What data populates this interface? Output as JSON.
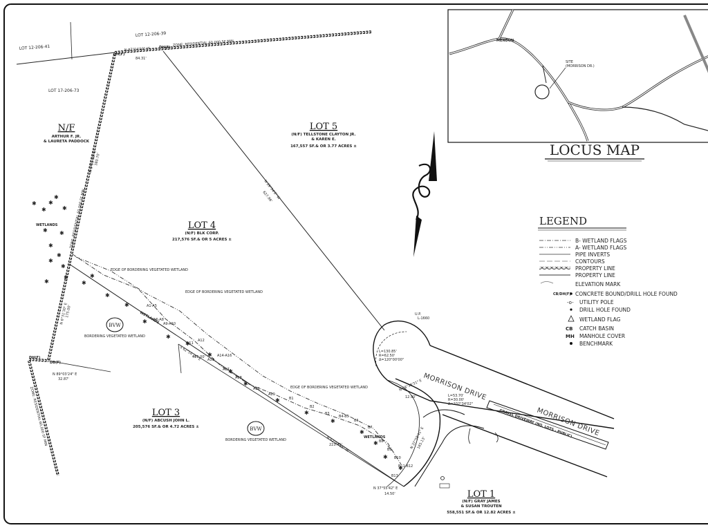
{
  "locus": {
    "title": "LOCUS MAP",
    "site_label": "SITE",
    "site_sub": "(MORRISON DR.)",
    "town": "MENDON"
  },
  "legend": {
    "title": "LEGEND",
    "items": [
      "B- WETLAND FLAGS",
      "A- WETLAND FLAGS",
      "PIPE INVERTS",
      "CONTOURS",
      "PROPERTY LINE",
      "PROPERTY LINE",
      "ELEVATION MARK",
      "CONCRETE BOUND/DRILL HOLE FOUND",
      "UTILITY POLE",
      "DRILL HOLE FOUND",
      "WETLAND FLAG",
      "CATCH BASIN",
      "MANHOLE COVER",
      "BENCHMARK"
    ],
    "codes": [
      "CB/DH(F)",
      "CB",
      "MH"
    ]
  },
  "lots": {
    "lot5": {
      "title": "LOT 5",
      "owner": "(N/F) TELLSTONE CLAYTON JR.",
      "owner2": "& KAREN E.",
      "area": "167,557 SF.& OR 3.77 ACRES ±"
    },
    "lot4": {
      "title": "LOT 4",
      "owner": "(N/F) BLK CORP.",
      "area": "217,576 SF.& OR 5 ACRES ±"
    },
    "lot3": {
      "title": "LOT 3",
      "owner": "(N/F) ABCUSH JOHN L.",
      "area": "205,576 SF.& OR 4.72 ACRES ±"
    },
    "lot1": {
      "title": "LOT 1",
      "owner": "(N/F) GRAY JAMES",
      "owner2": "& SUSAN TROUTEN",
      "area": "558,551 SF.& OR 12.82 ACRES ±"
    },
    "nf": {
      "title": "N/F",
      "owner": "ARTHUR F. JR.",
      "owner2": "& LAURETA PADDOCK"
    }
  },
  "parcels": {
    "lot_12_206_39": "LOT 12-206-39",
    "lot_12_206_41": "LOT 12-206-41",
    "lot_17_206_73": "LOT 17-206-73"
  },
  "zones": {
    "zone_top": "ZONE: RESIDENTIAL 60,000 SF MIN",
    "zone_left": "ZONE: RESIDENTIAL 60,000 SF MIN",
    "zone_bottom": "ZONE: RESIDENTIAL 60,000 SF MIN"
  },
  "roads": {
    "morrison1": "MORRISON DRIVE",
    "morrison2": "MORRISON DRIVE",
    "gravel": "GRAVEL DRIVEWAY (NO. LOTS - PUBLIC)"
  },
  "survey": {
    "bearing_top": "N 87°04'50\" W",
    "dist_top": "84.31'",
    "dh_top1": "DH(F)",
    "dh_top2": "DH(F)",
    "bearing_diag": "N 39°34'0\" W",
    "dist_diag": "627.96'",
    "bearing_left": "N 6°31'30\" E",
    "dist_left": "380.70'",
    "bearing_left2": "N 6°31'30\" E",
    "dist_left2": "175.00'",
    "dh_left": "DH(F)",
    "db_left": "DB(F)",
    "bearing_bottomleft": "N 89°03'24\" E",
    "dist_bottomleft": "32.87'",
    "bearing_wet": "N 62°54'16\" W",
    "dist_wet": "223.41'",
    "bearing_wet2": "S 62°54'16\" E",
    "dist_wet2": "475.00'",
    "bearing_bottom": "N 37°55'42\" E",
    "dist_bottom": "14.50'",
    "bearing_cul": "N 68°38'31\" E",
    "dist_cul": "12.90'",
    "bearing_lot1": "N 37°58'41\" E",
    "dist_lot1": "165.13'",
    "curve1": "L=130.85'",
    "curve1r": "R=62.50'",
    "curve1d": "Δ=120°00'00\"",
    "curve2": "L=53.70'",
    "curve2r": "R=30.00'",
    "curve2d": "Δ=102°34'02\"",
    "up_label": "U.P.",
    "up_sub": "L-1660",
    "wetlands1": "WETLANDS",
    "wetlands2": "WETLANDS",
    "wetlands3": "WETLANDS",
    "bvw": "BVW",
    "bvw_sub": "BORDERING VEGETATED WETLAND",
    "bvw2": "BVW",
    "bvw2_sub": "BORDERING VEGETATED WETLAND",
    "note1": "EDGE OF BORDERING VEGETATED WETLAND",
    "note2": "EDGE OF BORDERING VEGETATED WETLAND",
    "note3": "EDGE OF BORDERING VEGETATED WETLAND",
    "flags": [
      "A1-A5",
      "A6-A8",
      "A9-A10",
      "A11",
      "A12",
      "A13",
      "A14-A16",
      "A17",
      "A18",
      "A19",
      "A20",
      "B1",
      "B2",
      "B3",
      "B4-B5",
      "B6",
      "B7",
      "B8",
      "B9",
      "B10",
      "B11-B12",
      "B13"
    ]
  }
}
